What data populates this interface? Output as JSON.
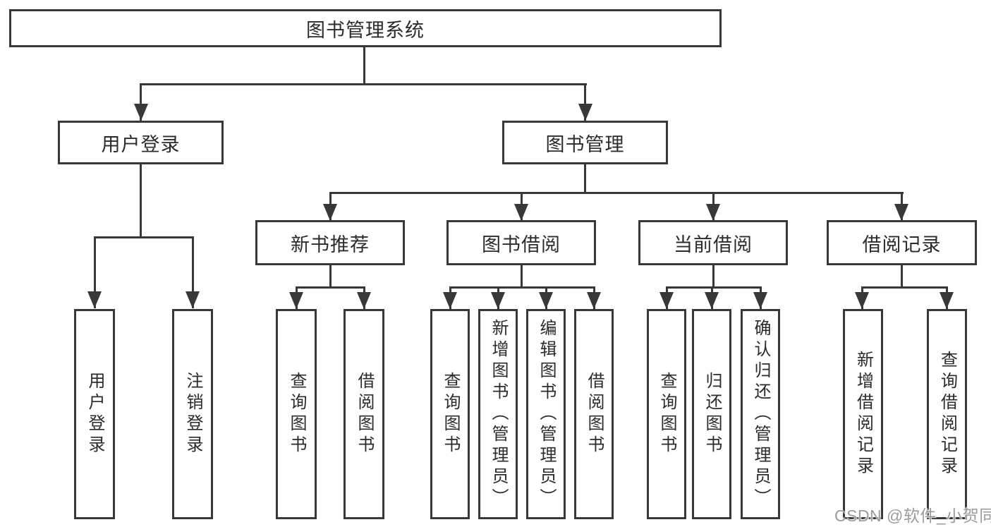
{
  "tree": {
    "label": "图书管理系统",
    "children": [
      {
        "label": "用户登录",
        "children": [
          {
            "label": "用户登录"
          },
          {
            "label": "注销登录"
          }
        ]
      },
      {
        "label": "图书管理",
        "children": [
          {
            "label": "新书推荐",
            "children": [
              {
                "label": "查询图书"
              },
              {
                "label": "借阅图书"
              }
            ]
          },
          {
            "label": "图书借阅",
            "children": [
              {
                "label": "查询图书"
              },
              {
                "label": "新增图书（管理员）"
              },
              {
                "label": "编辑图书（管理员）"
              },
              {
                "label": "借阅图书"
              }
            ]
          },
          {
            "label": "当前借阅",
            "children": [
              {
                "label": "查询图书"
              },
              {
                "label": "归还图书"
              },
              {
                "label": "确认归还（管理员）"
              }
            ]
          },
          {
            "label": "借阅记录",
            "children": [
              {
                "label": "新增借阅记录"
              },
              {
                "label": "查询借阅记录"
              }
            ]
          }
        ]
      }
    ]
  },
  "watermark": {
    "text": "CSDN @软件_小贺同学"
  },
  "colors": {
    "line": "#383838",
    "box_border": "#383838",
    "box_fill": "#ffffff",
    "text": "#2b2b2b",
    "watermark": "#9c9c9c",
    "background": "#ffffff"
  }
}
